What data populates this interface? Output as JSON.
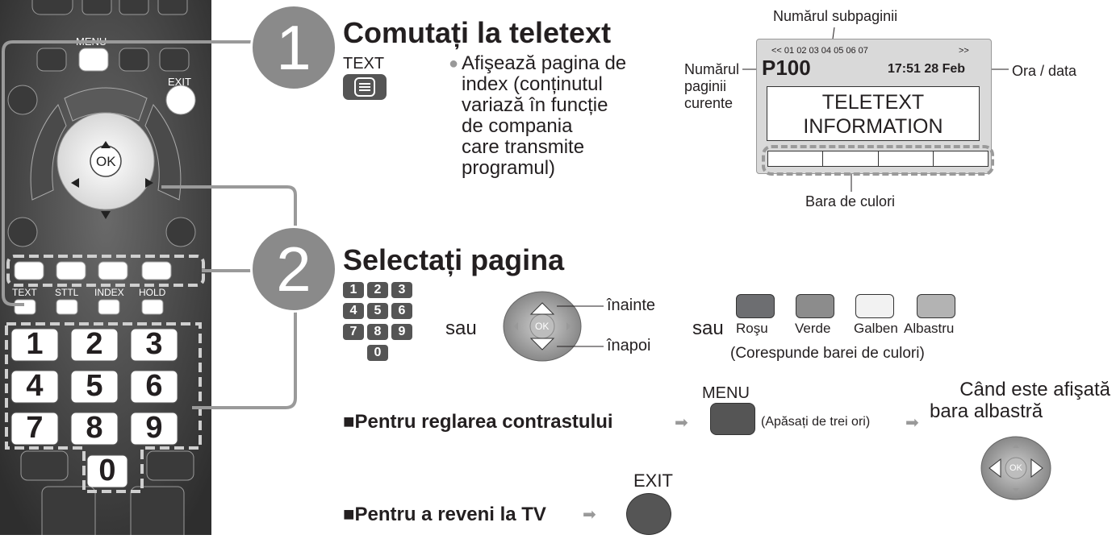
{
  "remote": {
    "menu_label": "MENU",
    "exit_label": "EXIT",
    "ok_label": "OK",
    "func_labels": [
      "TEXT",
      "STTL",
      "INDEX",
      "HOLD"
    ],
    "digits": [
      "1",
      "2",
      "3",
      "4",
      "5",
      "6",
      "7",
      "8",
      "9",
      "0"
    ]
  },
  "steps": [
    "1",
    "2"
  ],
  "step1": {
    "title": "Comutați la teletext",
    "button_label": "TEXT",
    "bullet": "●",
    "description_lines": [
      "Afişează pagina de",
      "index (conținutul",
      "variază în funcție",
      "de compania",
      "care transmite",
      "programul)"
    ]
  },
  "teletext_diagram": {
    "subpage_label": "Numărul subpaginii",
    "subpage_numbers": "<< 01 02 03 04 05 06 07",
    "next_arrow": ">>",
    "page_number": "P100",
    "time_date": "17:51 28 Feb",
    "current_page_label_lines": [
      "Numărul",
      "paginii",
      "curente"
    ],
    "time_label": "Ora / data",
    "screen_lines": [
      "TELETEXT",
      "INFORMATION"
    ],
    "color_bar_label": "Bara de culori"
  },
  "step2": {
    "title": "Selectați pagina",
    "keypad": [
      "1",
      "2",
      "3",
      "4",
      "5",
      "6",
      "7",
      "8",
      "9",
      "0"
    ],
    "or1": "sau",
    "forward": "înainte",
    "back": "înapoi",
    "ok_label": "OK",
    "or2": "sau",
    "colors": [
      {
        "name": "Roşu",
        "color": "#6d6e71"
      },
      {
        "name": "Verde",
        "color": "#8c8c8c"
      },
      {
        "name": "Galben",
        "color": "#f2f2f2"
      },
      {
        "name": "Albastru",
        "color": "#b3b3b3"
      }
    ],
    "corresponds": "(Corespunde barei de culori)"
  },
  "contrast": {
    "label": "■Pentru reglarea contrastului",
    "menu_label": "MENU",
    "press_note": "(Apăsați de trei ori)",
    "when_lines": [
      "Când este afişată",
      "bara albastră"
    ],
    "ok_label": "OK"
  },
  "return_tv": {
    "label": "■Pentru a reveni la TV",
    "exit_label": "EXIT"
  }
}
